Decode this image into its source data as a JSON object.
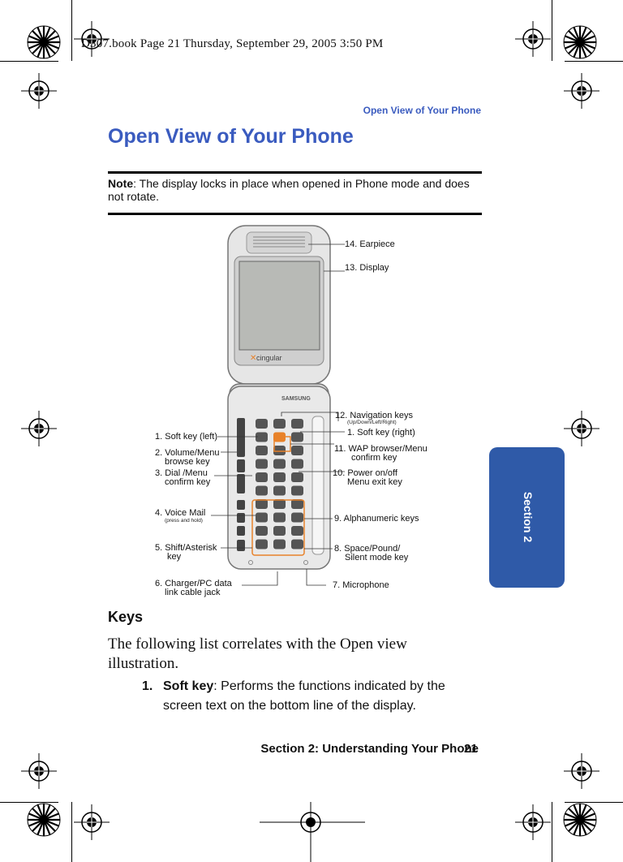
{
  "running_head": "D307.book  Page 21  Thursday, September 29, 2005  3:50 PM",
  "header": {
    "section_title": "Open View of Your Phone"
  },
  "page_title": "Open View of Your Phone",
  "note": {
    "label": "Note",
    "text": ": The display locks in place when opened in Phone mode and does not rotate."
  },
  "figure": {
    "brand_logo": "SAMSUNG",
    "carrier_logo": "cingular",
    "labels_right": {
      "earpiece": "14. Earpiece",
      "display": "13. Display",
      "nav_keys": "12. Navigation keys",
      "nav_sub": "(Up/Down/Left/Right)",
      "soft_right": "1. Soft key (right)",
      "wap_1": "11. WAP browser/Menu",
      "wap_2": "confirm key",
      "power_1": "10. Power on/off",
      "power_2": "Menu exit key",
      "alpha": "9. Alphanumeric keys",
      "space_1": "8. Space/Pound/",
      "space_2": "Silent mode key",
      "mic": "7. Microphone"
    },
    "labels_left": {
      "soft_left": "1. Soft key (left)",
      "volume_1": "2. Volume/Menu",
      "volume_2": "browse key",
      "dial_1": "3. Dial /Menu",
      "dial_2": "confirm key",
      "voicemail_1": "4. Voice Mail",
      "voicemail_2": "(press and hold)",
      "shift_1": "5. Shift/Asterisk",
      "shift_2": "key",
      "charger_1": "6. Charger/PC data",
      "charger_2": "link cable jack"
    }
  },
  "keys_heading": "Keys",
  "body_text": "The following list correlates with the Open view illustration.",
  "list": [
    {
      "num": "1.",
      "term": "Soft key",
      "text": ": Performs the functions indicated by the screen text on the bottom line of the display."
    }
  ],
  "side_tab": "Section 2",
  "footer": {
    "chapter": "Section 2: Understanding Your Phone",
    "page": "21"
  },
  "colors": {
    "heading_blue": "#3a5bbf",
    "tab_blue": "#2f5aa8",
    "key_orange": "#e8822a"
  }
}
